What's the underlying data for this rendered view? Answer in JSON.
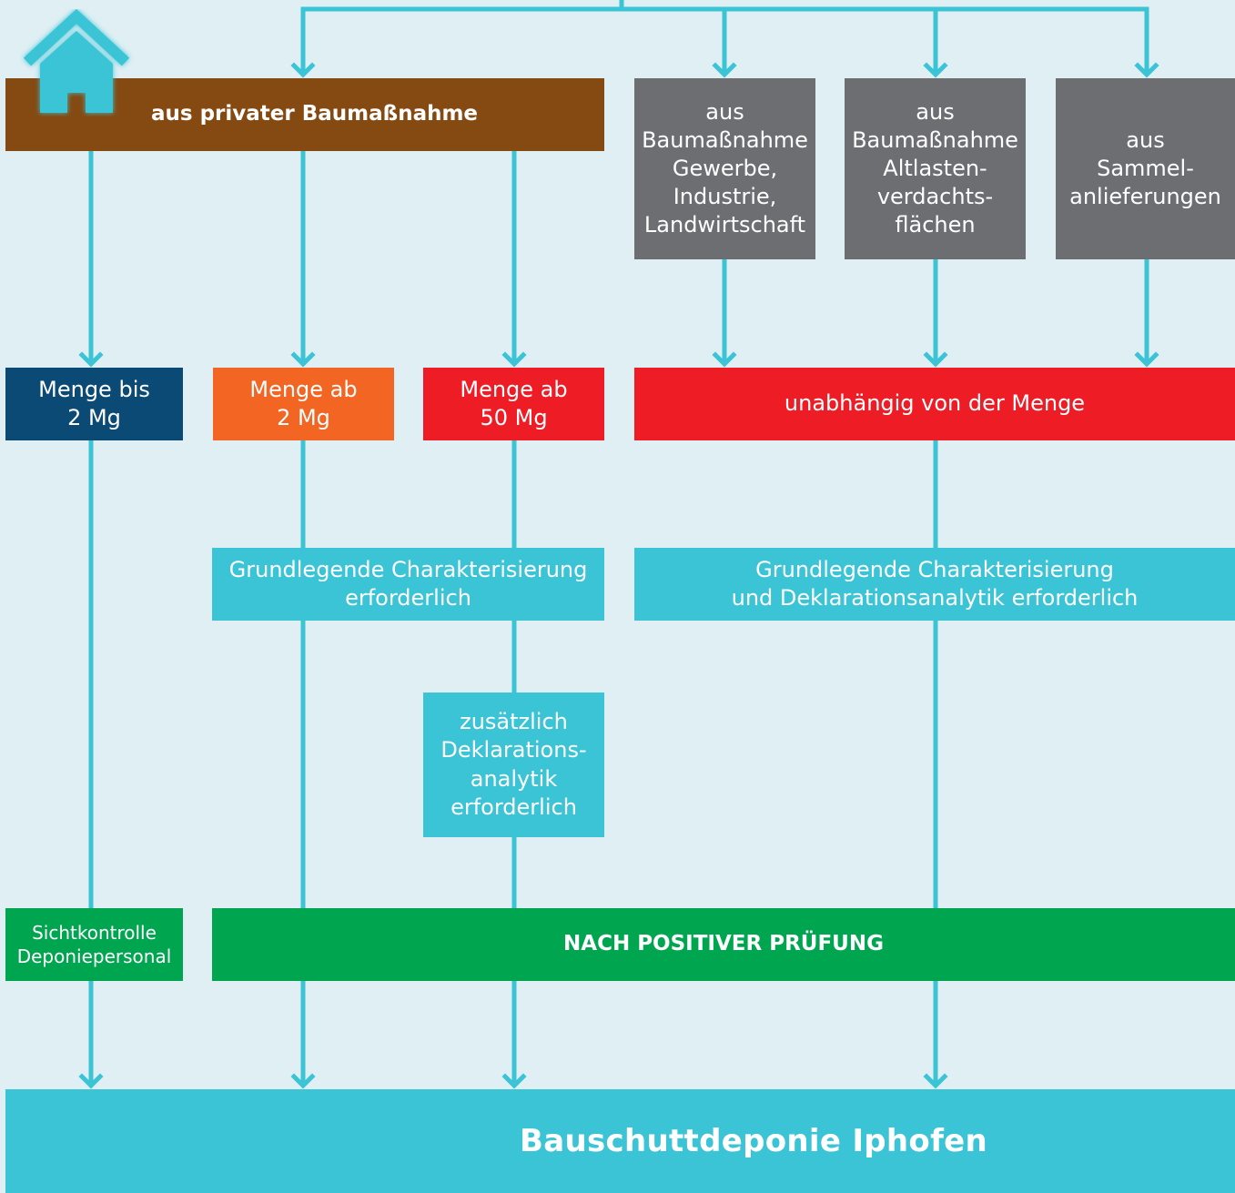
{
  "source_private": "aus privater Baumaßnahme",
  "source_commercial": "aus\nBaumaßnahme\nGewerbe,\nIndustrie,\nLandwirtschaft",
  "source_contaminated": "aus\nBaumaßnahme\nAltlasten-\nverdachts-\nflächen",
  "source_collective": "aus\nSammel-\nanlieferungen",
  "qty_up_to_2": "Menge bis\n2 Mg",
  "qty_from_2": "Menge ab\n2 Mg",
  "qty_from_50": "Menge ab\n50 Mg",
  "qty_any": "unabhängig von der Menge",
  "char_basic": "Grundlegende Charakterisierung\nerforderlich",
  "char_full": "Grundlegende Charakterisierung\nund Deklarationsanalytik erforderlich",
  "char_additional": "zusätzlich\nDeklarations-\nanalytik\nerforderlich",
  "visual_check": "Sichtkontrolle\nDeponiepersonal",
  "after_check": "NACH POSITIVER PRÜFUNG",
  "destination": "Bauschuttdeponie Iphofen",
  "colors": {
    "background": "#dfeff3",
    "connector": "#3bc3d6",
    "brown": "#854a12",
    "gray": "#6d6e71",
    "navy": "#0c4a76",
    "orange": "#f26522",
    "red": "#ee1c25",
    "cyan": "#3bc3d6",
    "green": "#00a64f"
  },
  "icons": [
    "house-icon",
    "arrow-down-icon"
  ]
}
